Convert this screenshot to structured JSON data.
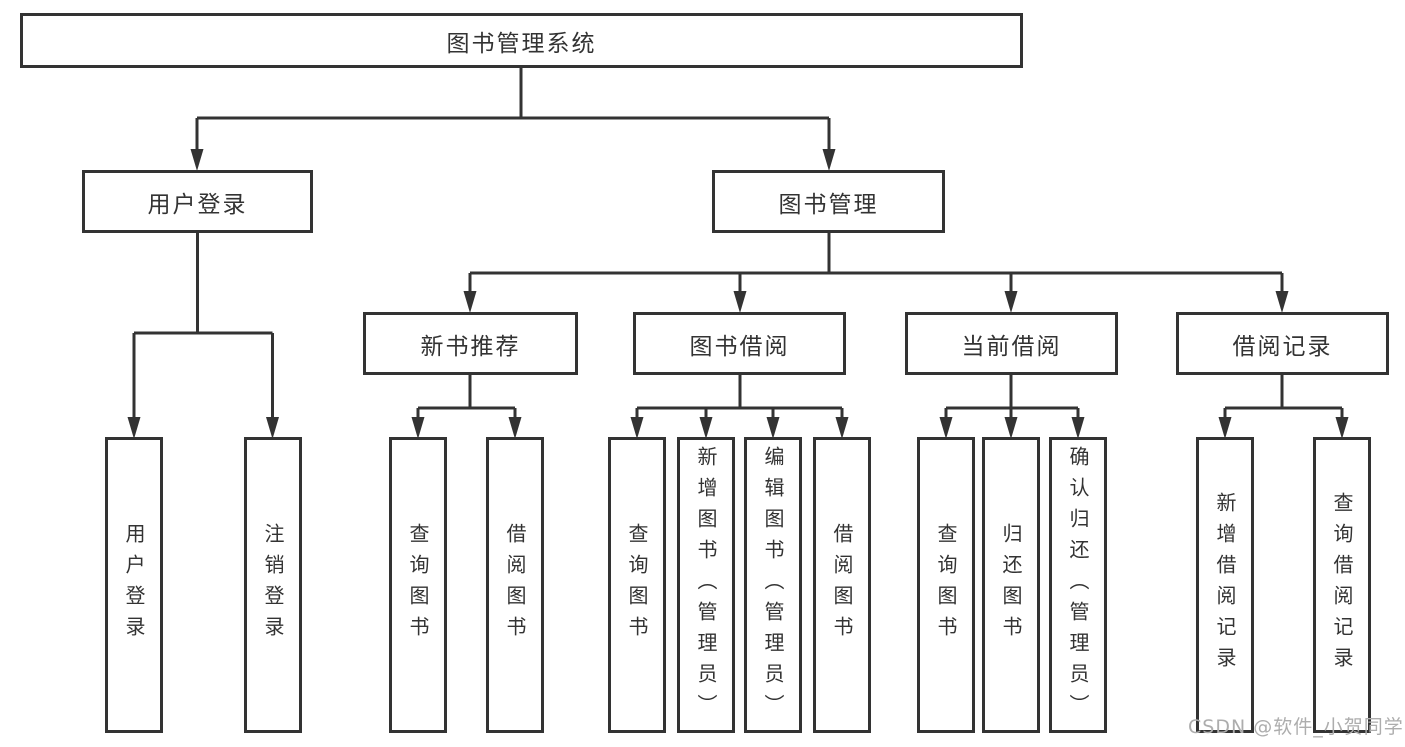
{
  "title": "图书管理系统",
  "tree": {
    "root": {
      "label": "图书管理系统"
    },
    "branches": [
      {
        "label": "用户登录",
        "children": [
          {
            "label": "用户登录"
          },
          {
            "label": "注销登录"
          }
        ]
      },
      {
        "label": "图书管理",
        "children": [
          {
            "label": "新书推荐",
            "children": [
              {
                "label": "查询图书"
              },
              {
                "label": "借阅图书"
              }
            ]
          },
          {
            "label": "图书借阅",
            "children": [
              {
                "label": "查询图书"
              },
              {
                "label": "新增图书（管理员）"
              },
              {
                "label": "编辑图书（管理员）"
              },
              {
                "label": "借阅图书"
              }
            ]
          },
          {
            "label": "当前借阅",
            "children": [
              {
                "label": "查询图书"
              },
              {
                "label": "归还图书"
              },
              {
                "label": "确认归还（管理员）"
              }
            ]
          },
          {
            "label": "借阅记录",
            "children": [
              {
                "label": "新增借阅记录"
              },
              {
                "label": "查询借阅记录"
              }
            ]
          }
        ]
      }
    ]
  },
  "watermark": {
    "text": "CSDN @软件_小贺同学"
  },
  "colors": {
    "line": "#333333",
    "text": "#333333",
    "box_background": "#ffffff",
    "watermark": "#adadad",
    "background": "#ffffff"
  }
}
